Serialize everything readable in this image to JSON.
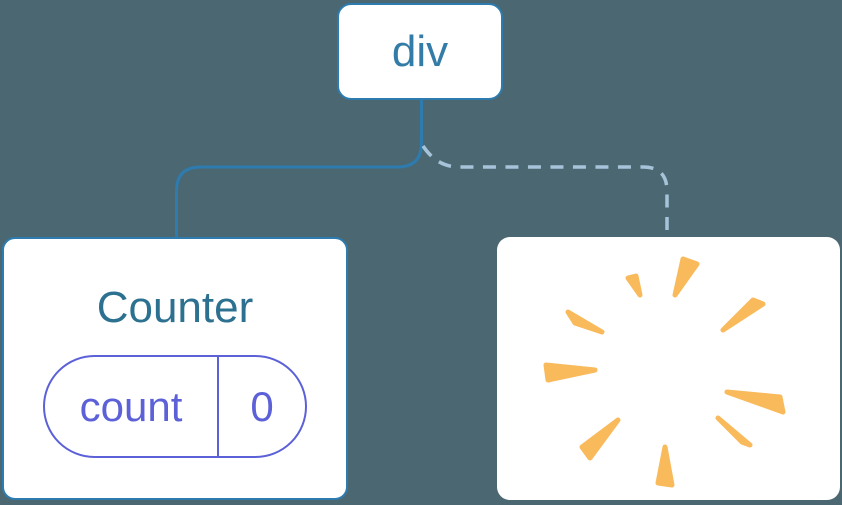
{
  "tree": {
    "root_label": "div",
    "counter": {
      "title": "Counter",
      "state_key": "count",
      "state_value": "0"
    },
    "removed_node": {
      "icon": "poof-icon"
    }
  },
  "edges": [
    {
      "from": "div",
      "to": "counter",
      "style": "solid"
    },
    {
      "from": "div",
      "to": "removed-node",
      "style": "dashed"
    }
  ],
  "colors": {
    "background": "#4B6872",
    "edge_solid": "#2D7BAF",
    "edge_dashed": "#A6C3D9",
    "node_border": "#2D7BAF",
    "node_text": "#337CA8",
    "counter_title": "#2D7191",
    "state_accent": "#5C61D8",
    "poof": "#F9BA5C",
    "card_background": "#FFFFFF"
  }
}
